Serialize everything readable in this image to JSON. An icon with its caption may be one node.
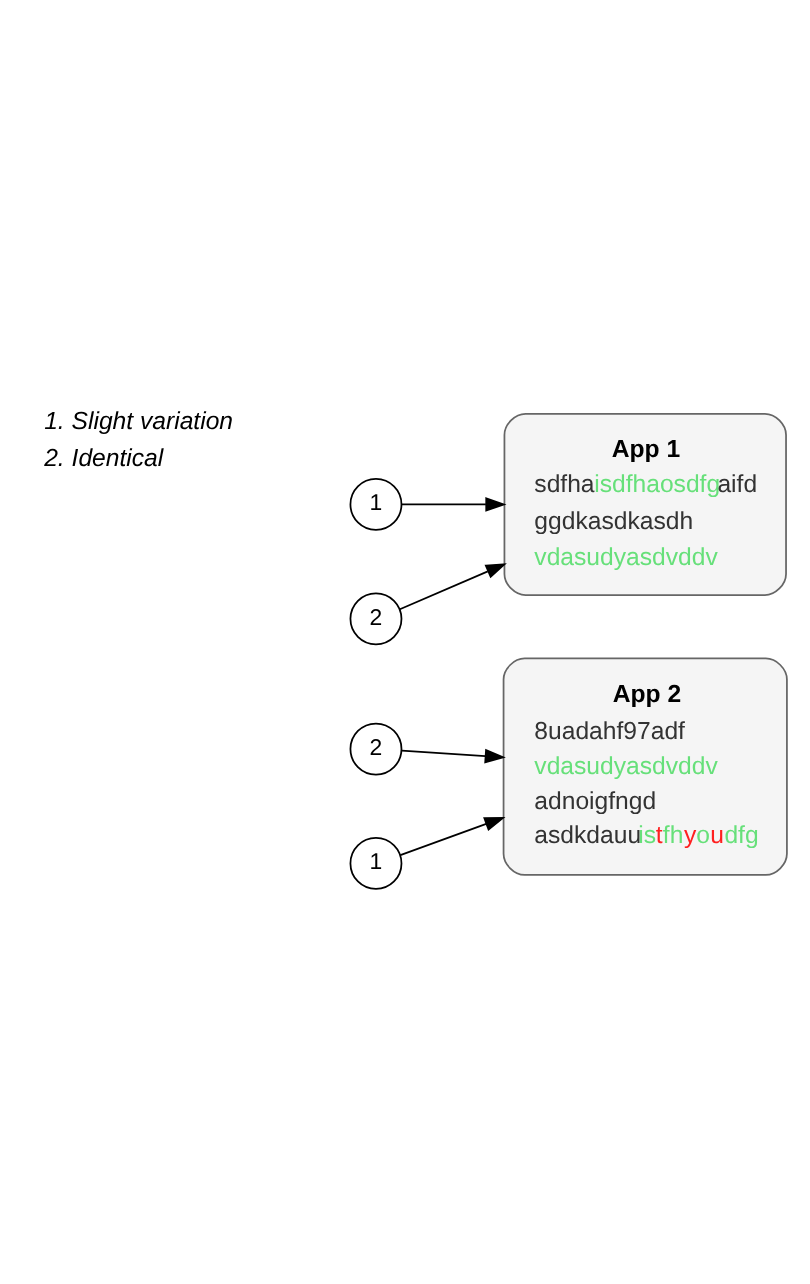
{
  "diagram": {
    "nodes": [
      {
        "text": [
          "App 1",
          "sdfhaisdfhaosdfgaifd",
          "ggdkasdkasdh",
          "vdasudyasdvddv"
        ]
      },
      {
        "text": [
          "1"
        ]
      },
      {
        "text": [
          "2"
        ]
      },
      {
        "text": [
          "App 2",
          "8uadahf97adf",
          "vdasudyasdvddv",
          "adnoigfngd",
          "asdkdauuistfhyoudfg"
        ]
      },
      {
        "text": [
          "2"
        ]
      },
      {
        "text": [
          "1"
        ]
      }
    ],
    "edges": [
      {
        "from": 1,
        "to": 0,
        "arrow": "to"
      },
      {
        "from": 2,
        "to": 0,
        "arrow": "to"
      },
      {
        "from": 4,
        "to": 3,
        "arrow": "to"
      },
      {
        "from": 5,
        "to": 3,
        "arrow": "to"
      }
    ],
    "labels": [
      "1. Slight variation",
      "2. Identical"
    ]
  }
}
